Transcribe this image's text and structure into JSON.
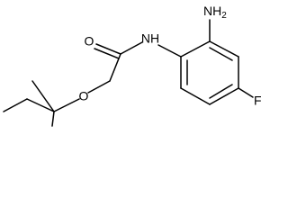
{
  "molecule": {
    "atoms": {
      "amino_label": "NH",
      "amino_subscript": "2",
      "amide_n_label": "NH",
      "carbonyl_o_label": "O",
      "ether_o_label": "O",
      "fluoro_label": "F"
    }
  }
}
